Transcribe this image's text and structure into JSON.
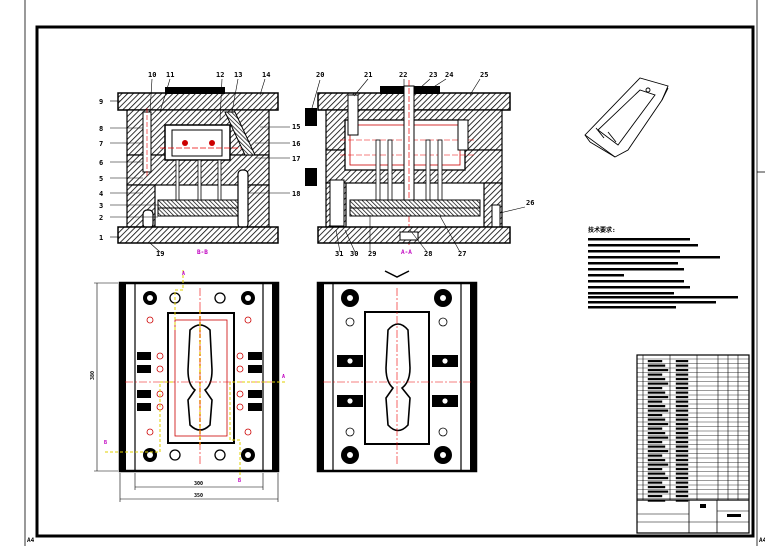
{
  "drawing": {
    "part_labels": [
      "1",
      "2",
      "3",
      "4",
      "5",
      "6",
      "7",
      "8",
      "9",
      "10",
      "11",
      "12",
      "13",
      "14",
      "15",
      "16",
      "17",
      "18",
      "19",
      "20",
      "21",
      "22",
      "23",
      "24",
      "25",
      "26",
      "27",
      "28",
      "29",
      "30",
      "31"
    ],
    "section_labels": [
      "B-B",
      "A-A"
    ],
    "dimensions": {
      "height_left": "380",
      "width_inner": "300",
      "width_outer": "350"
    },
    "corner_marks": {
      "bottom_left": "A4",
      "bottom_right": "A4"
    },
    "tech_requirements_title": "技术要求:",
    "markers": [
      "A",
      "A",
      "B",
      "B"
    ]
  },
  "colors": {
    "ink": "#000000",
    "hatch": "#000000",
    "section": "#c000c0",
    "centerline": "#e00000",
    "runner": "#e0d000"
  }
}
